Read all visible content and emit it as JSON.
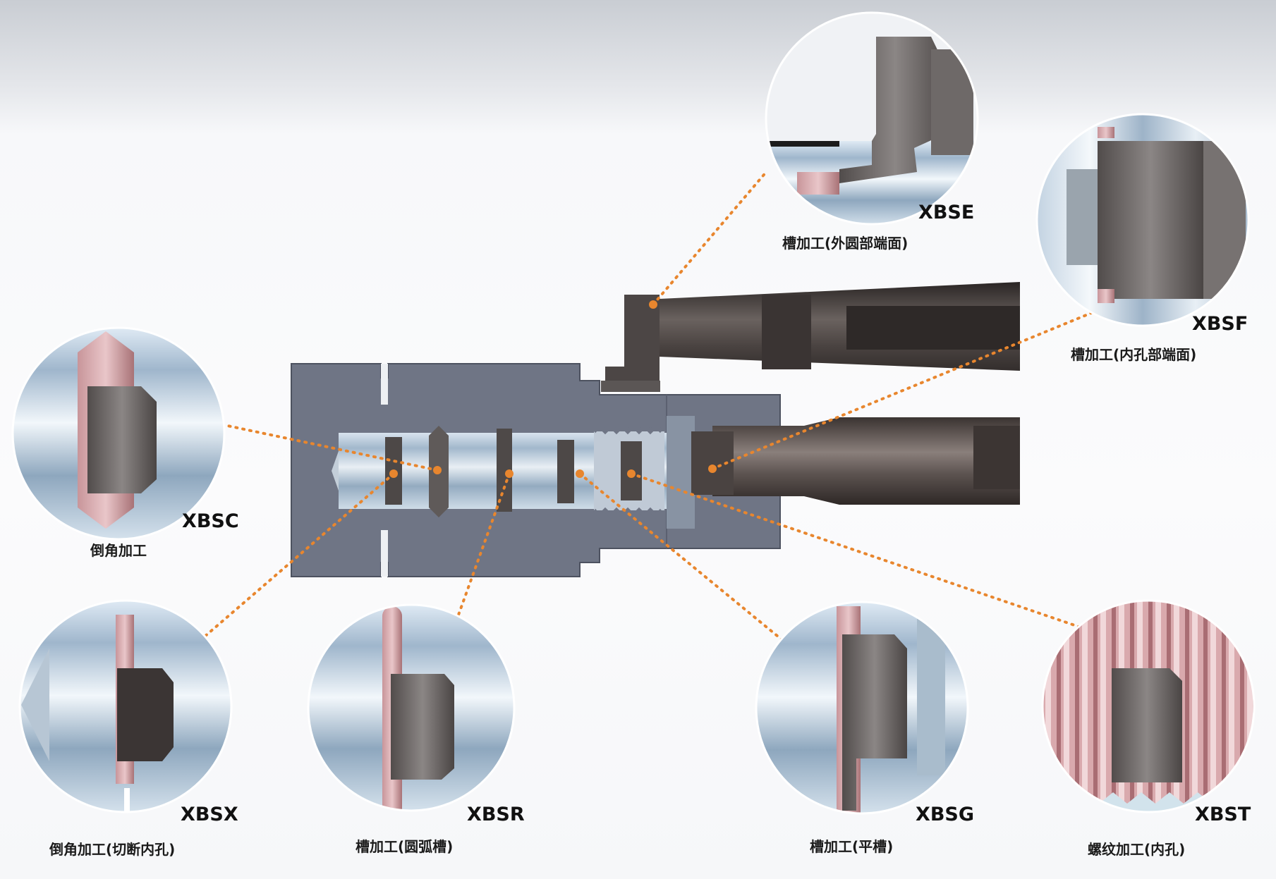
{
  "colors": {
    "leader": "#e8862e",
    "workpiece": "#6f7585",
    "toolbody": "#3f3a39",
    "insert": "#8a8786",
    "copper": "#b88486"
  },
  "callouts": [
    {
      "code": "XBSE",
      "caption": "槽加工(外圆部端面)"
    },
    {
      "code": "XBSF",
      "caption": "槽加工(内孔部端面)"
    },
    {
      "code": "XBSC",
      "caption": "倒角加工"
    },
    {
      "code": "XBSX",
      "caption": "倒角加工(切断内孔)"
    },
    {
      "code": "XBSR",
      "caption": "槽加工(圆弧槽)"
    },
    {
      "code": "XBSG",
      "caption": "槽加工(平槽)"
    },
    {
      "code": "XBST",
      "caption": "螺纹加工(内孔)"
    }
  ]
}
